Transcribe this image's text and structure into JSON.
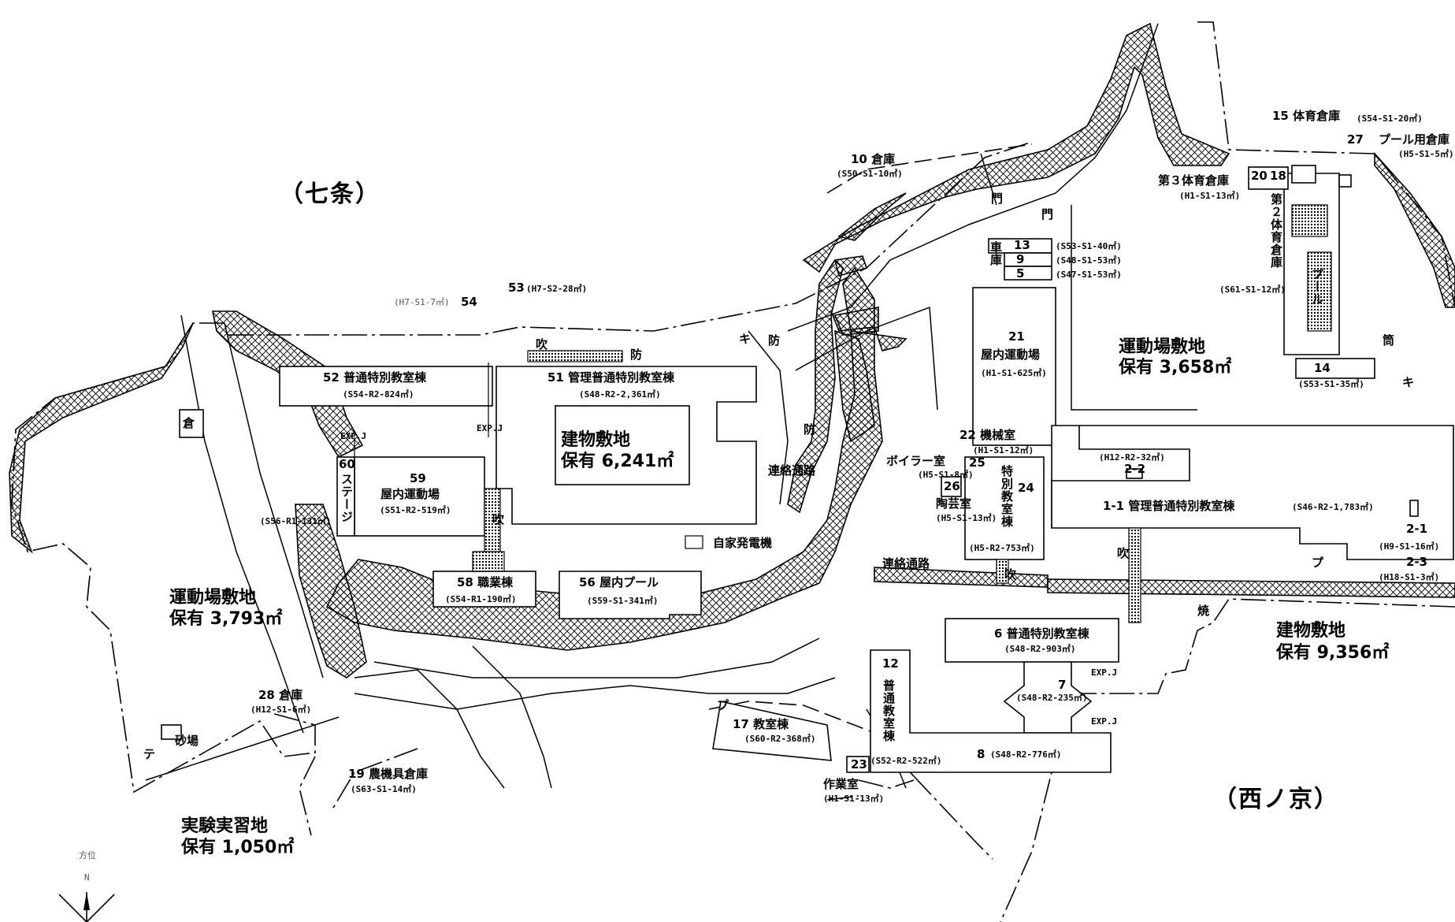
{
  "map": {
    "north_label": "方位",
    "north_letter": "N",
    "district_nw": "（七条）",
    "district_se": "（西ノ京）",
    "areas": {
      "bldg_center_1": "建物敷地",
      "bldg_center_2": "保有 6,241㎡",
      "sport_w_1": "運動場敷地",
      "sport_w_2": "保有 3,793㎡",
      "sport_ne_1": "運動場敷地",
      "sport_ne_2": "保有 3,658㎡",
      "bldg_se_1": "建物敷地",
      "bldg_se_2": "保有 9,356㎡",
      "exp_1": "実験実習地",
      "exp_2": "保有 1,050㎡"
    },
    "labels": {
      "b54_pre": "(H7-S1-7㎡)",
      "b54": "54",
      "b53": "53",
      "b53_sub": "(H7-S2-28㎡)",
      "b52": "52 普通特別教室棟",
      "b52_sub": "(S54-R2-824㎡)",
      "b51": "51 管理普通特別教室棟",
      "b51_sub": "(S48-R2-2,361㎡)",
      "expj": "EXP.J",
      "b60": "60",
      "stage": "ステージ",
      "b59": "59",
      "b59_nm": "屋内運動場",
      "b59_sub": "(S51-R2-519㎡)",
      "s56": "(S56-R1-131㎡)",
      "fuki": "吹",
      "b58": "58 職業棟",
      "b58_sub": "(S54-R1-190㎡)",
      "b56": "56 屋内プール",
      "b56_sub": "(S59-S1-341㎡)",
      "generator": "自家発電機",
      "renraku": "連絡通路",
      "bou": "防",
      "ki": "キ",
      "kura": "倉",
      "b28": "28 倉庫",
      "b28_sub": "(H12-S1-6㎡)",
      "sunaba": "砂場",
      "te": "テ",
      "b19": "19 農機具倉庫",
      "b19_sub": "(S63-S1-14㎡)",
      "b17": "17 教室棟",
      "b17_sub": "(S60-R2-368㎡)",
      "pu": "プ",
      "b23": "23",
      "sagyo": "作業室",
      "b23_sub": "(H1-S1-13㎡)",
      "b12": "12",
      "b12_nm": "普通教室棟",
      "b12_sub": "(S52-R2-522㎡)",
      "b8": "8",
      "b8_sub": "(S48-R2-776㎡)",
      "b7": "7",
      "b7_sub": "(S48-R2-235㎡)",
      "b6": "6 普通特別教室棟",
      "b6_sub": "(S48-R2-903㎡)",
      "b10": "10 倉庫",
      "b10_sub": "(S50-S1-10㎡)",
      "b13": "13",
      "b13_sub": "(S53-S1-40㎡)",
      "b9": "9",
      "b9_sub": "(S48-S1-53㎡)",
      "b5": "5",
      "b5_sub": "(S47-S1-53㎡)",
      "shako": "車庫",
      "b21": "21",
      "b21_nm": "屋内運動場",
      "b21_sub": "(H1-S1-625㎡)",
      "b22": "22 機械室",
      "b22_sub": "(H1-S1-12㎡)",
      "boiler": "ボイラー室",
      "b25": "25",
      "b25_sub": "(H5-S1-8㎡)",
      "b26": "26",
      "tougei": "陶芸室",
      "b26_sub": "(H5-S1-13㎡)",
      "b24": "24",
      "b24_nm": "特別教室棟",
      "b24_sub": "(H5-R2-753㎡)",
      "b11": "1-1 管理普通特別教室棟",
      "b11_sub": "(S46-R2-1,783㎡)",
      "b22x": "2-2",
      "b22x_sub": "(H12-R2-32㎡)",
      "b21x": "2-1",
      "b21x_sub": "(H9-S1-16㎡)",
      "b23x": "2-3",
      "b23x_sub": "(H18-S1-3㎡)",
      "yaki": "焼",
      "b15": "15 体育倉庫",
      "b15_sub": "(S54-S1-20㎡)",
      "b27": "27",
      "b27_nm": "プール用倉庫",
      "b27_sub": "(H5-S1-5㎡)",
      "dai3": "第３体育倉庫",
      "dai3_sub": "(H1-S1-13㎡)",
      "b20": "20",
      "b18": "18",
      "dai2": "第２体育倉庫",
      "dai2_sub": "(S61-S1-12㎡)",
      "pool": "プール",
      "b14": "14",
      "b14_sub": "(S53-S1-35㎡)",
      "tsutsu": "筒",
      "gate": "門"
    }
  }
}
